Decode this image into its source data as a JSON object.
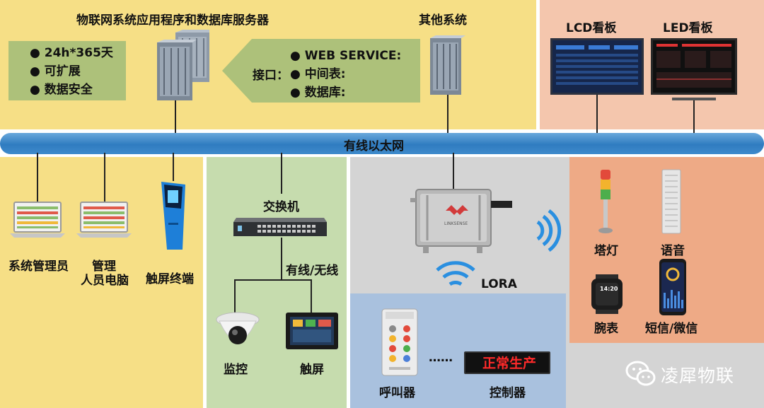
{
  "server_title": "物联网系统应用程序和数据库服务器",
  "other_system_title": "其他系统",
  "features": [
    "24h*365天",
    "可扩展",
    "数据安全"
  ],
  "interface": {
    "label": "接口：",
    "items": [
      "WEB SERVICE:",
      "中间表:",
      "数据库:"
    ]
  },
  "displays": {
    "lcd": "LCD看板",
    "led": "LED看板"
  },
  "network_bus": "有线以太网",
  "clients": {
    "admin": "系统管理员",
    "manager_line1": "管理",
    "manager_line2": "人员电脑",
    "kiosk": "触屏终端"
  },
  "switch_title": "交换机",
  "wired_wireless": "有线/无线",
  "monitor": "监控",
  "touchscreen": "触屏",
  "lora": "LORA",
  "alerts": {
    "tower_light": "塔灯",
    "voice": "语音",
    "watch": "腕表",
    "sms": "短信/微信"
  },
  "caller": "呼叫器",
  "controller": "控制器",
  "dots": "……",
  "led_status": "正常生产",
  "gateway_brand": "LINKSENSE",
  "watch_time": "14:20",
  "brand": "凌犀物联",
  "colors": {
    "yellow": "#f6df86",
    "peach": "#f4c6ad",
    "green": "#c6dcae",
    "gray": "#d4d4d4",
    "blue": "#a9c1de",
    "orange": "#eeaa86",
    "bus": "#3a86c6"
  }
}
